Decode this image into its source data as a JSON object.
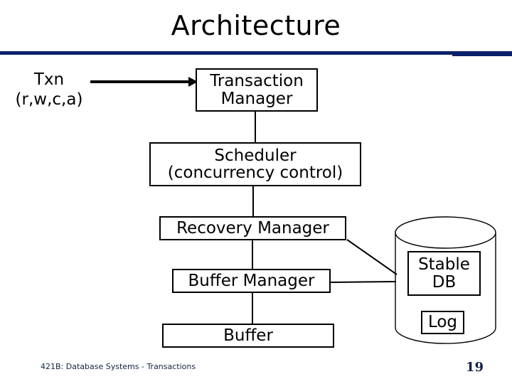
{
  "slide": {
    "title": "Architecture",
    "rule_color": "#0b1f6b",
    "background": "#ffffff"
  },
  "diagram": {
    "input_label": "Txn\n(r,w,c,a)",
    "boxes": [
      {
        "id": "transaction-manager",
        "label": "Transaction\nManager"
      },
      {
        "id": "scheduler",
        "label": "Scheduler\n(concurrency control)"
      },
      {
        "id": "recovery-manager",
        "label": "Recovery  Manager"
      },
      {
        "id": "buffer-manager",
        "label": "Buffer Manager"
      },
      {
        "id": "buffer",
        "label": "Buffer"
      },
      {
        "id": "stable-db",
        "label": "Stable\nDB"
      },
      {
        "id": "log",
        "label": "Log"
      }
    ],
    "stroke_color": "#000000"
  },
  "footer": {
    "course": "421B: Database Systems - Transactions",
    "page_number": "19",
    "text_color": "#152246"
  }
}
